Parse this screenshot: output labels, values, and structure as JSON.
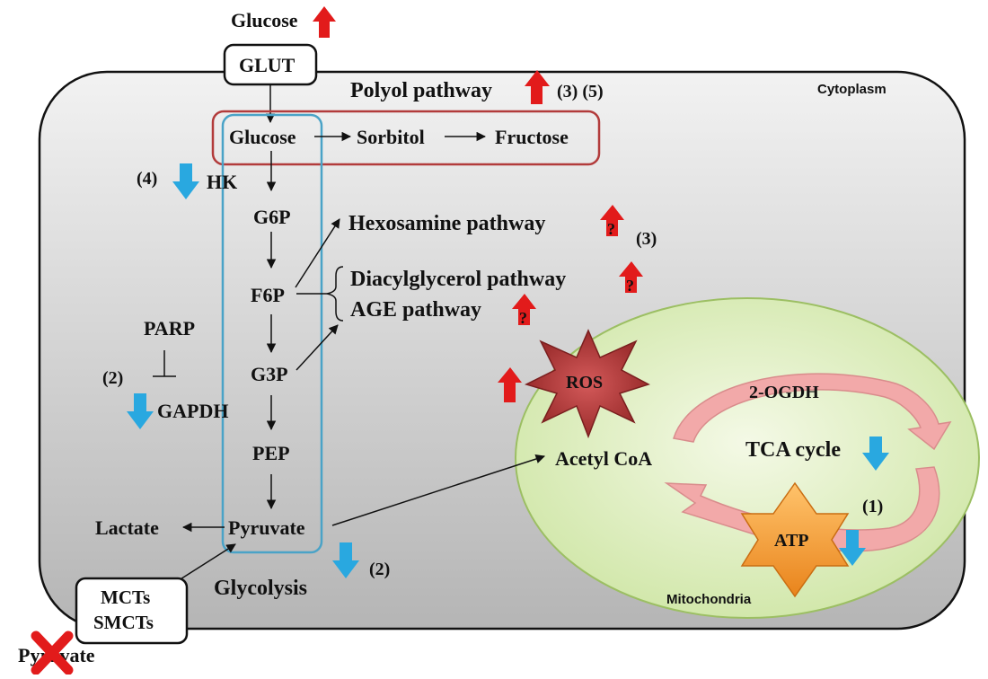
{
  "colors": {
    "cell_fill_light": "#ececec",
    "cell_fill_dark": "#b9b9b9",
    "mito_fill": "#d7eab2",
    "mito_stroke": "#9cbf63",
    "glycolysis_box": "#4aa3c7",
    "polyol_box": "#b23b3b",
    "up_arrow": "#e21b1b",
    "down_arrow": "#29a8e0",
    "ros_fill": "#b33a3a",
    "atp_fill": "#f59b2e",
    "cycle_arrow": "#f2a9a9",
    "cross": "#e21b1b"
  },
  "labels": {
    "glucose_extra": "Glucose",
    "glut": "GLUT",
    "polyol_pathway": "Polyol pathway",
    "polyol_refs": "(3) (5)",
    "cytoplasm": "Cytoplasm",
    "glucose": "Glucose",
    "sorbitol": "Sorbitol",
    "fructose": "Fructose",
    "hk_ref": "(4)",
    "hk": "HK",
    "g6p": "G6P",
    "hexosamine": "Hexosamine pathway",
    "hexosamine_ref": "(3)",
    "f6p": "F6P",
    "diacylglycerol": "Diacylglycerol pathway",
    "age": "AGE pathway",
    "parp": "PARP",
    "gapdh_ref": "(2)",
    "gapdh": "GAPDH",
    "g3p": "G3P",
    "ros": "ROS",
    "ogdh": "2-OGDH",
    "pep": "PEP",
    "acetyl_coa": "Acetyl CoA",
    "tca": "TCA cycle",
    "atp_ref": "(1)",
    "lactate": "Lactate",
    "pyruvate": "Pyruvate",
    "atp": "ATP",
    "glycolysis_ref": "(2)",
    "glycolysis": "Glycolysis",
    "mcts": "MCTs",
    "smcts": "SMCTs",
    "mitochondria": "Mitochondria",
    "pyruvate_extra": "Pyruvate",
    "question_mark": "?"
  },
  "icons": [
    "up-arrow-icon",
    "down-arrow-icon",
    "question-mark-icon",
    "cross-icon",
    "star-burst-icon",
    "hexagram-icon",
    "inhibition-icon"
  ]
}
